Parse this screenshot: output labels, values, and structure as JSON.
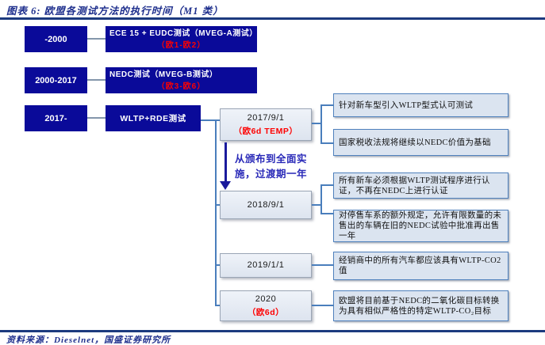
{
  "header": {
    "title": "图表 6: 欧盟各测试方法的执行时间（M1 类）"
  },
  "timeline_rows": [
    {
      "period": "-2000",
      "method": "ECE 15 + EUDC测试（MVEG-A测试）",
      "standard": "（欧1-欧2）"
    },
    {
      "period": "2000-2017",
      "method": "NEDC测试（MVEG-B测试）",
      "standard": "（欧3-欧6）"
    },
    {
      "period": "2017-",
      "method": "WLTP+RDE测试"
    }
  ],
  "transition_note": "从颁布到全面实施，过渡期一年",
  "milestones": [
    {
      "date": "2017/9/1",
      "label": "（欧6d TEMP）",
      "details": [
        "针对新车型引入WLTP型式认可测试",
        "国家税收法规将继续以NEDC价值为基础"
      ]
    },
    {
      "date": "2018/9/1",
      "details": [
        "所有新车必须根据WLTP测试程序进行认证，不再在NEDC上进行认证",
        "对停售车系的额外规定，允许有限数量的未售出的车辆在旧的NEDC试验中批准再出售一年"
      ]
    },
    {
      "date": "2019/1/1",
      "details": [
        "经销商中的所有汽车都应该具有WLTP-CO2值"
      ]
    },
    {
      "date": "2020",
      "label": "（欧6d）",
      "details": [
        "欧盟将目前基于NEDC的二氧化碳目标转换为具有相似严格性的特定WLTP-CO₂目标"
      ]
    }
  ],
  "footer": {
    "source": "资料来源：Dieselnet，国盛证券研究所"
  },
  "colors": {
    "navy_box": "#0a0a99",
    "red_text": "#fe0000",
    "rule": "#1c3a7e",
    "title_text": "#1e2f8d",
    "tree_line": "#4a7ebc",
    "gray_connector": "#8496ab",
    "detail_box_fill": "#dbe4f0",
    "detail_box_border": "#4f81bd",
    "milestone_fill": "#e6ecf5",
    "milestone_border": "#9aa5b5",
    "note_blue": "#2929b8",
    "arrow_navy": "#1a1a9c"
  }
}
